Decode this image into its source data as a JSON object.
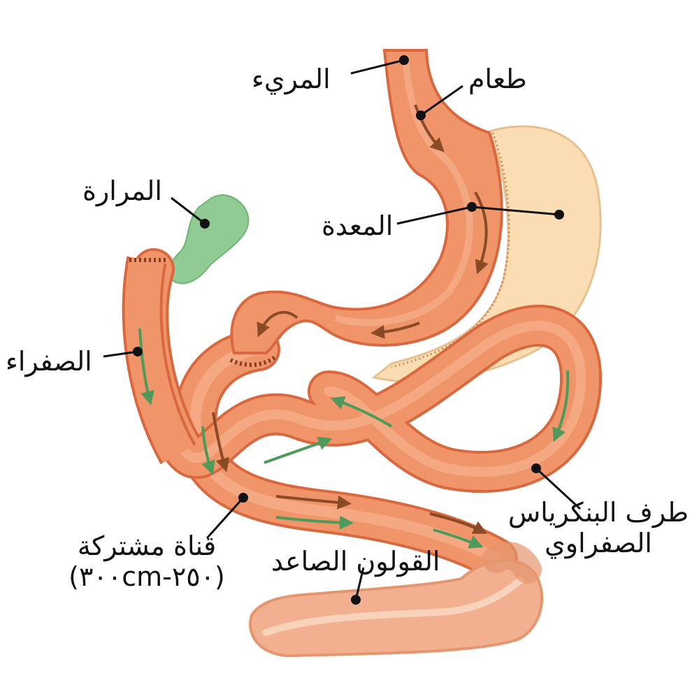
{
  "labels": {
    "esophagus": "المريء",
    "food": "طعام",
    "gallbladder": "المرارة",
    "stomach": "المعدة",
    "bile": "الصفراء",
    "biliopancreatic_limb": "طرف البنكرياس",
    "biliopancreatic_limb_2": "الصفراوي",
    "common_channel": "قناة مشتركة",
    "common_channel_length": "(٣٠٠cm-٢٥٠)",
    "ascending_colon": "القولون الصاعد"
  },
  "colors": {
    "bowel": "#F0956A",
    "bowel_dark": "#D9683E",
    "bowel_light": "#F6B895",
    "stomach_remnant": "#FBDDB4",
    "gallbladder": "#8FCB92",
    "colon": "#F2B090",
    "colon_light": "#F9D2BC",
    "food_arrow": "#8A4A26",
    "bile_arrow": "#4E9A5A",
    "pointer": "#111111"
  }
}
